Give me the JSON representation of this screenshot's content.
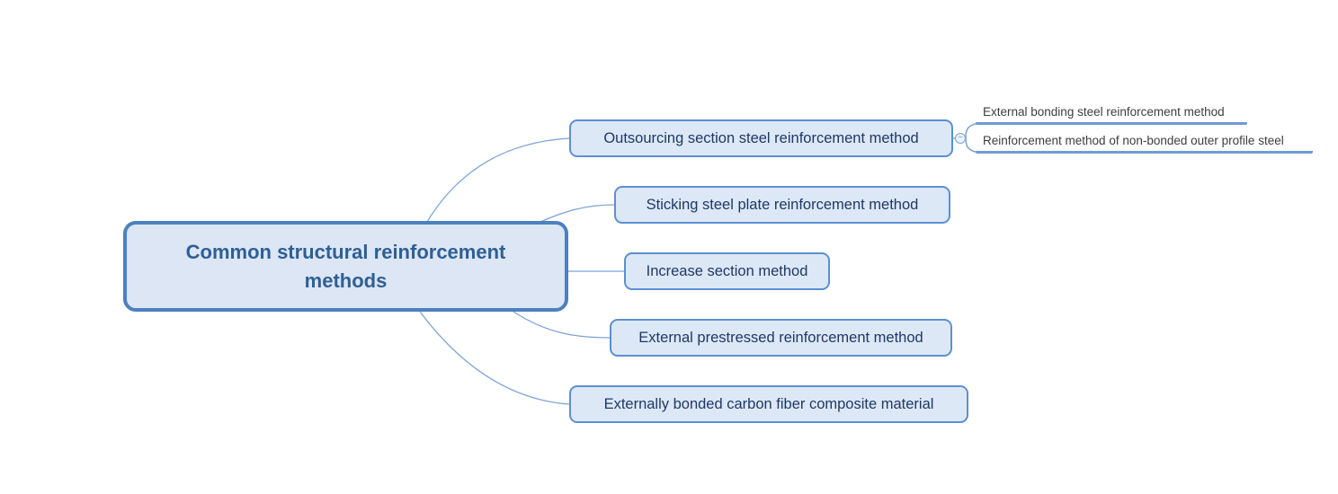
{
  "diagram": {
    "type": "mindmap",
    "root": {
      "label": "Common structural reinforcement methods"
    },
    "branches": [
      {
        "label": "Outsourcing section steel reinforcement method",
        "children": [
          {
            "label": "External bonding steel reinforcement method"
          },
          {
            "label": "Reinforcement method of non-bonded outer profile steel"
          }
        ]
      },
      {
        "label": "Sticking steel plate reinforcement method",
        "children": []
      },
      {
        "label": "Increase section method",
        "children": []
      },
      {
        "label": "External prestressed reinforcement method",
        "children": []
      },
      {
        "label": "Externally bonded carbon fiber composite material",
        "children": []
      }
    ],
    "toggle": {
      "symbol": "−"
    },
    "colors": {
      "background": "#ffffff",
      "root_border": "#4d80bf",
      "root_fill": "#dce6f4",
      "root_text": "#2e5f95",
      "node_border": "#5b90d2",
      "node_fill": "#dde8f7",
      "node_text": "#1f3864",
      "leaf_text": "#3d3d3d",
      "leaf_underline": "#6f9ad8",
      "connector": "#7ca3d6"
    }
  }
}
